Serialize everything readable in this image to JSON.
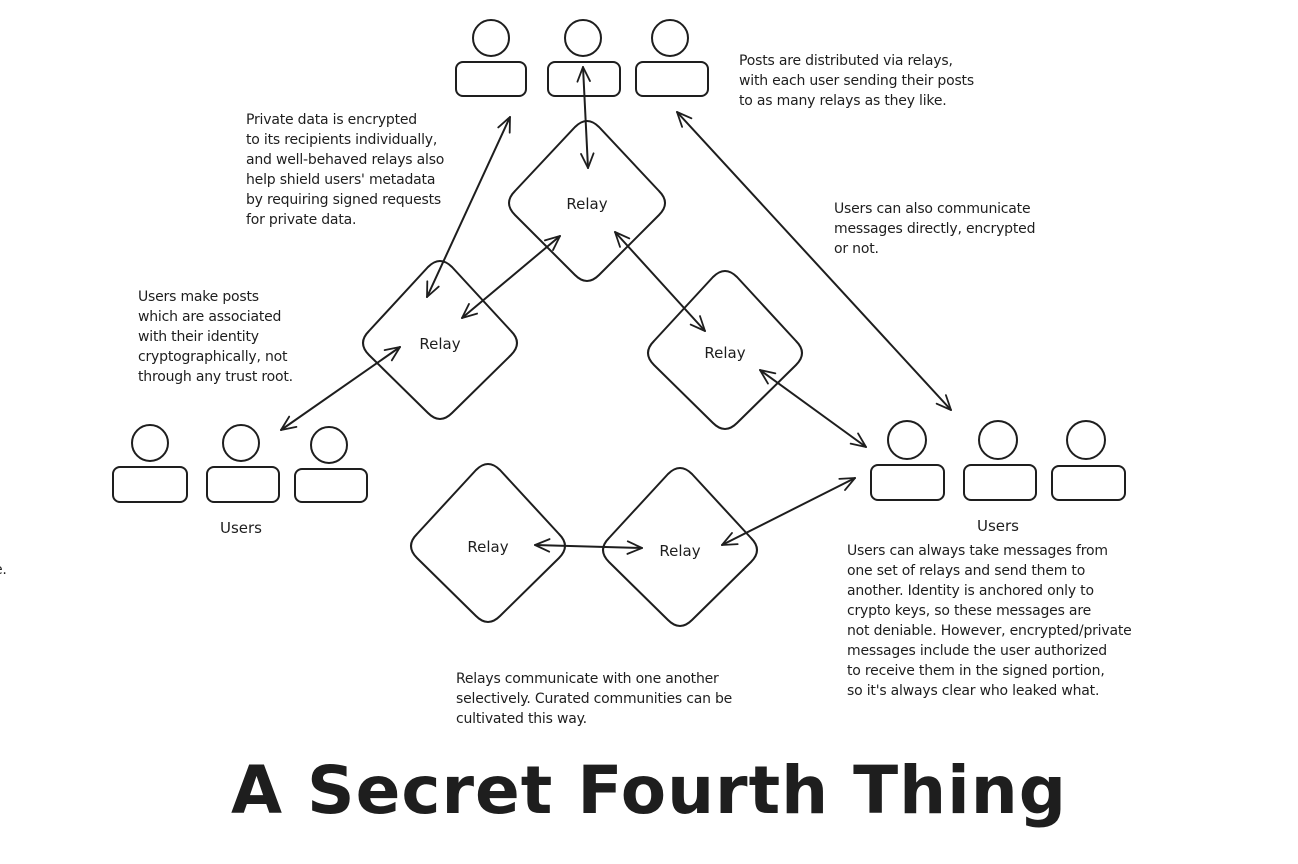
{
  "title": "A Secret Fourth Thing",
  "user_groups": [
    {
      "id": "top",
      "label": ""
    },
    {
      "id": "left",
      "label": "Users"
    },
    {
      "id": "right",
      "label": "Users"
    }
  ],
  "relays": [
    {
      "id": "relay-top",
      "label": "Relay"
    },
    {
      "id": "relay-left",
      "label": "Relay"
    },
    {
      "id": "relay-mid-right",
      "label": "Relay"
    },
    {
      "id": "relay-bottom-left",
      "label": "Relay"
    },
    {
      "id": "relay-bottom-right",
      "label": "Relay"
    }
  ],
  "notes": {
    "posts_distributed": "Posts are distributed via relays,\nwith each user sending their posts\nto as many relays as they like.",
    "private_data": "Private data is encrypted\nto its recipients individually,\nand well-behaved relays also\nhelp shield users' metadata\nby requiring signed requests\nfor private data.",
    "direct_messages": "Users can also communicate\nmessages directly, encrypted\nor not.",
    "identity": "Users make posts\nwhich are associated\nwith their identity\ncryptographically, not\nthrough any trust root.",
    "relay_communication": "Relays communicate with one another\nselectively. Curated communities can be\ncultivated this way.",
    "message_portability": "Users can always take messages from\none set of relays and send them to\nanother. Identity is anchored only to\ncrypto keys, so these messages are\nnot deniable. However, encrypted/private\nmessages include the user authorized\nto receive them in the signed portion,\nso it's always clear who leaked what.",
    "clipped_fragment": "e."
  },
  "connections": [
    {
      "from": "top-users",
      "to": "relay-top",
      "bidirectional": true
    },
    {
      "from": "top-users",
      "to": "relay-left",
      "bidirectional": true
    },
    {
      "from": "top-users",
      "to": "right-users",
      "bidirectional": true
    },
    {
      "from": "relay-top",
      "to": "relay-left",
      "bidirectional": true
    },
    {
      "from": "relay-top",
      "to": "relay-mid-right",
      "bidirectional": true
    },
    {
      "from": "left-users",
      "to": "relay-left",
      "bidirectional": true
    },
    {
      "from": "relay-mid-right",
      "to": "right-users",
      "bidirectional": true
    },
    {
      "from": "relay-bottom-left",
      "to": "relay-bottom-right",
      "bidirectional": true
    },
    {
      "from": "relay-bottom-right",
      "to": "right-users",
      "bidirectional": true
    }
  ],
  "colors": {
    "stroke": "#1e1e1e",
    "background": "#ffffff"
  }
}
